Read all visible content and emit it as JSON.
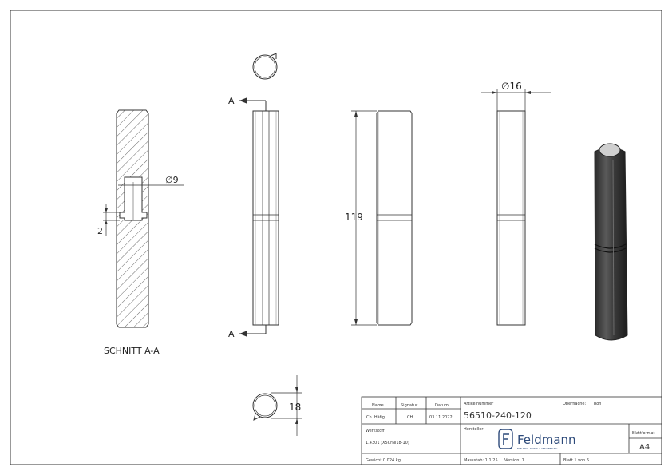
{
  "section_label": "SCHNITT A-A",
  "section_marker": "A",
  "dimensions": {
    "inner_diameter": "∅9",
    "step": "2",
    "length": "119",
    "outer_diameter": "∅16",
    "width": "18"
  },
  "title_block": {
    "headers": {
      "name": "Name",
      "signature": "Signatur",
      "date": "Datum",
      "article_label": "Artikelnummer",
      "surface_label": "Oberfläche:",
      "surface_value": "Roh"
    },
    "name": "Ch. Häfig",
    "signature": "CH",
    "date": "03.11.2022",
    "article_number": "56510-240-120",
    "material_label": "Werkstoff:",
    "material_value": "1.4301 (X5CrNi18-10)",
    "manufacturer_label": "Hersteller:",
    "logo_text": "Feldmann",
    "logo_tagline": "EDELSTAHL HANDEL & VERARBEITUNG",
    "sheet_format_label": "Blattformat",
    "sheet_format_value": "A4",
    "weight": "Gewicht 0.024 kg",
    "scale": "Massstab: 1:1.25",
    "version": "Version: 1",
    "sheet": "Blatt 1 von 5"
  }
}
